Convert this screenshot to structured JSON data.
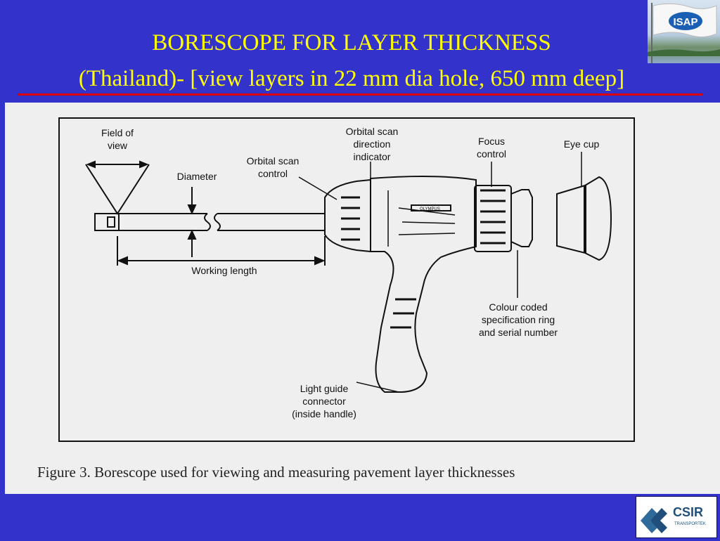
{
  "slide": {
    "title_line1": "BORESCOPE FOR LAYER THICKNESS",
    "title_line2": "(Thailand)- [view layers in 22 mm dia hole, 650 mm deep]"
  },
  "logos": {
    "isap": "ISAP",
    "csir": "CSIR",
    "csir_sub": "TRANSPORTEK"
  },
  "figure": {
    "caption": "Figure 3.  Borescope used for viewing and measuring pavement layer thicknesses",
    "brand": "OLYMPUS",
    "labels": {
      "field_of_view_1": "Field of",
      "field_of_view_2": "view",
      "diameter": "Diameter",
      "orbital_scan_control_1": "Orbital scan",
      "orbital_scan_control_2": "control",
      "orbital_indicator_1": "Orbital scan",
      "orbital_indicator_2": "direction",
      "orbital_indicator_3": "indicator",
      "focus_control_1": "Focus",
      "focus_control_2": "control",
      "eye_cup": "Eye cup",
      "working_length": "Working length",
      "colour_ring_1": "Colour coded",
      "colour_ring_2": "specification ring",
      "colour_ring_3": "and serial number",
      "light_guide_1": "Light guide",
      "light_guide_2": "connector",
      "light_guide_3": "(inside handle)"
    }
  },
  "colors": {
    "background": "#3333cc",
    "title": "#ffff00",
    "rule": "#dd0000"
  }
}
